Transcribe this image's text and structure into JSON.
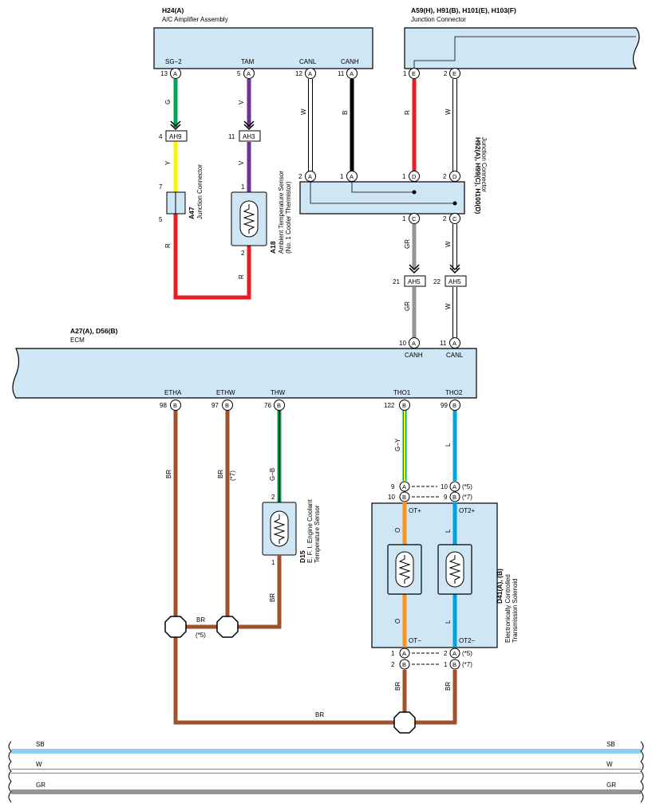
{
  "colors": {
    "box_fill": "#cfe6f5",
    "green": "#00a651",
    "violet": "#6f3198",
    "black": "#000000",
    "red": "#ec1c24",
    "white_wire": "#ffffff",
    "yellow": "#fff200",
    "gray": "#939598",
    "brown": "#a0522d",
    "sky_blue": "#00a2e0",
    "orange": "#f7941d",
    "light_blue": "#8ed1f0"
  },
  "amp": {
    "code": "H24(A)",
    "name": "A/C Amplifier Assembly",
    "pins": [
      {
        "label": "SG−2",
        "num": "13",
        "conn": "A"
      },
      {
        "label": "TAM",
        "num": "5",
        "conn": "A"
      },
      {
        "label": "CANL",
        "num": "12",
        "conn": "A"
      },
      {
        "label": "CANH",
        "num": "11",
        "conn": "A"
      }
    ]
  },
  "jc_top": {
    "code": "A59(H), H91(B), H101(E), H103(F)",
    "name": "Junction Connector",
    "pins": [
      {
        "num": "1",
        "conn": "E"
      },
      {
        "num": "2",
        "conn": "E"
      }
    ]
  },
  "wires_upper": {
    "g": "G",
    "v1": "V",
    "w_canl": "W",
    "b_canh": "B",
    "r_jc": "R",
    "w_jc": "W",
    "y": "Y",
    "v2": "V",
    "r1": "R",
    "r2": "R",
    "gr1": "GR",
    "w2": "W",
    "gr2": "GR",
    "w3": "W"
  },
  "inline_connectors": [
    {
      "num": "4",
      "code": "AH9"
    },
    {
      "num": "11",
      "code": "AH3"
    },
    {
      "num": "21",
      "code": "AH5"
    },
    {
      "num": "22",
      "code": "AH5"
    }
  ],
  "a47": {
    "code": "A47",
    "name": "Junction Connector",
    "pin_top": "7",
    "pin_bottom": "5"
  },
  "a18": {
    "code": "A18",
    "name1": "Ambient Temperature Sensor",
    "name2": "(No. 1 Cooler Thermistor)",
    "pin_top": "1",
    "pin_bottom": "2"
  },
  "jc_mid": {
    "code": "H92(A), H99(C), H100(D)",
    "name": "Junction Connector",
    "pins_top": [
      {
        "num": "2",
        "conn": "A"
      },
      {
        "num": "1",
        "conn": "A"
      },
      {
        "num": "1",
        "conn": "D"
      },
      {
        "num": "2",
        "conn": "D"
      }
    ],
    "pins_bottom": [
      {
        "num": "1",
        "conn": "C"
      },
      {
        "num": "2",
        "conn": "C"
      }
    ]
  },
  "ecm": {
    "code": "A27(A), D56(B)",
    "name": "ECM",
    "top_pins": [
      {
        "num": "10",
        "conn": "A",
        "label": "CANH"
      },
      {
        "num": "11",
        "conn": "A",
        "label": "CANL"
      }
    ],
    "bottom_pins": [
      {
        "label": "ETHA",
        "num": "98",
        "conn": "B"
      },
      {
        "label": "ETHW",
        "num": "97",
        "conn": "B"
      },
      {
        "label": "THW",
        "num": "76",
        "conn": "B"
      },
      {
        "label": "THO1",
        "num": "122",
        "conn": "B"
      },
      {
        "label": "THO2",
        "num": "99",
        "conn": "B"
      }
    ]
  },
  "wires_lower": {
    "br_etha": "BR",
    "br_ethw": "BR",
    "note7": "(*7)",
    "gb": "G−B",
    "br_d15": "BR",
    "br_h": "BR",
    "note5": "(*5)",
    "gy": "G−Y",
    "l": "L",
    "o1": "O",
    "o2": "O",
    "l2": "L",
    "l3": "L",
    "br_d41a": "BR",
    "br_d41b": "BR",
    "br_bottom": "BR"
  },
  "d15": {
    "code": "D15",
    "name1": "E. F. I. Engine Coolant",
    "name2": "Temperature Sensor",
    "pin_top": "2",
    "pin_bottom": "1"
  },
  "d41": {
    "code": "D41(A), (B)",
    "name1": "Electronically Controlled",
    "name2": "Transmission Solenoid",
    "term_ot_plus": "OT+",
    "term_ot2_plus": "OT2+",
    "term_ot_minus": "OT−",
    "term_ot2_minus": "OT2−",
    "top_rows": [
      {
        "l_num": "9",
        "l_conn": "A",
        "r_num": "10",
        "r_conn": "A",
        "note": "(*5)"
      },
      {
        "l_num": "10",
        "l_conn": "B",
        "r_num": "9",
        "r_conn": "B",
        "note": "(*7)"
      }
    ],
    "bottom_rows": [
      {
        "l_num": "1",
        "l_conn": "A",
        "r_num": "2",
        "r_conn": "A",
        "note": "(*5)"
      },
      {
        "l_num": "2",
        "l_conn": "B",
        "r_num": "1",
        "r_conn": "B",
        "note": "(*7)"
      }
    ]
  },
  "legend": [
    {
      "label": "SB",
      "color": "#8ed1f0"
    },
    {
      "label": "W",
      "color": "#ffffff"
    },
    {
      "label": "GR",
      "color": "#939598"
    }
  ]
}
